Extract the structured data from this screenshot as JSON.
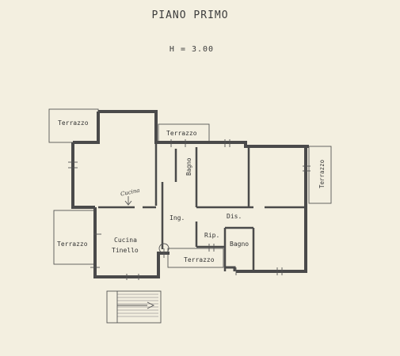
{
  "title": "PIANO PRIMO",
  "height_note": "H = 3.00",
  "rooms": {
    "terrazzo_nw": "Terrazzo",
    "terrazzo_top": "Terrazzo",
    "terrazzo_east": "Terrazzo",
    "terrazzo_west": "Terrazzo",
    "terrazzo_south": "Terrazzo",
    "bagno_upper": "Bagno",
    "bagno_lower": "Bagno",
    "ingresso": "Ing.",
    "disimpegno": "Dis.",
    "ripostiglio": "Rip.",
    "cucina": "Cucina",
    "tinello": "Tinello",
    "handwritten_note": "Cucina"
  }
}
